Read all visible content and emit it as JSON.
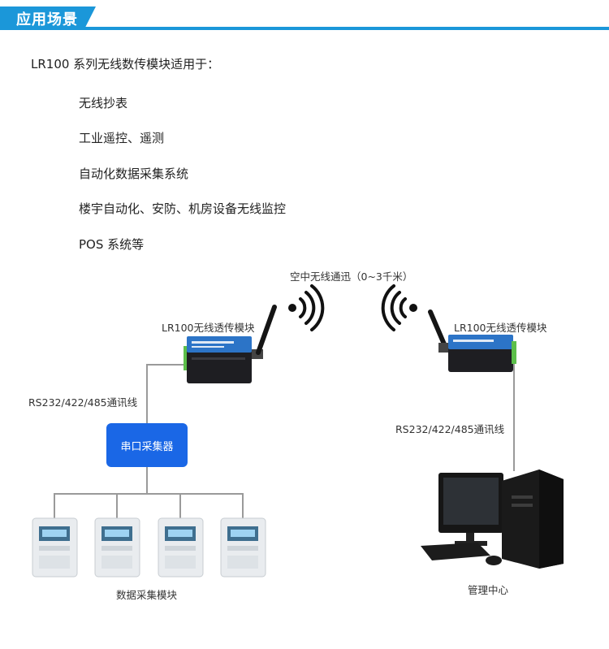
{
  "header": {
    "title": "应用场景"
  },
  "intro": "LR100 系列无线数传模块适用于：",
  "applications": [
    "无线抄表",
    "工业遥控、遥测",
    "自动化数据采集系统",
    "楼宇自动化、安防、机房设备无线监控",
    "POS 系统等"
  ],
  "diagram": {
    "air_label": "空中无线通迅（0~3千米）",
    "left_module_label": "LR100无线透传模块",
    "right_module_label": "LR100无线透传模块",
    "left_cable_label": "RS232/422/485通讯线",
    "right_cable_label": "RS232/422/485通讯线",
    "collector_label": "串口采集器",
    "meters_label": "数据采集模块",
    "center_label": "管理中心"
  },
  "colors": {
    "accent": "#1b97d9",
    "collector": "#1a67e6",
    "line": "#9a9a9a"
  }
}
